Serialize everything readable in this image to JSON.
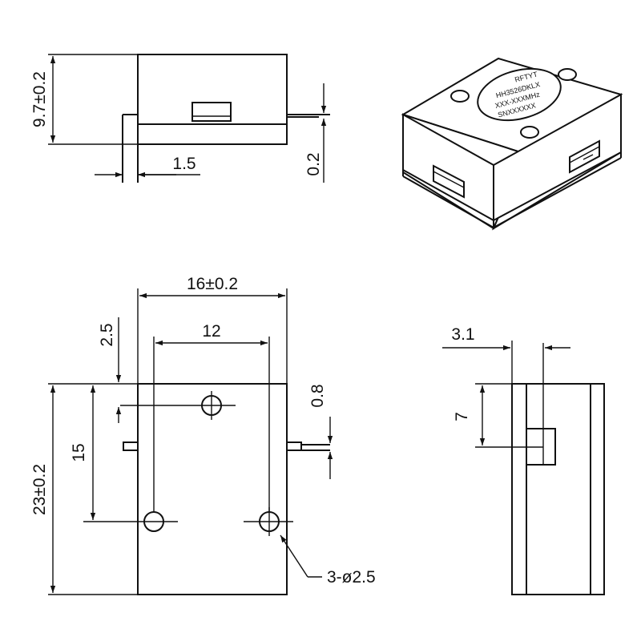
{
  "dimensions": {
    "height": "9.7±0.2",
    "pin_offset": "1.5",
    "pin_thickness": "0.2",
    "width": "16±0.2",
    "hole_spacing_x": "12",
    "hole_offset_x": "2.5",
    "hole_spacing_y": "15",
    "length": "23±0.2",
    "pin_width": "0.8",
    "holes": "3-ø2.5",
    "side_pin_offset": "3.1",
    "side_pin_height": "7"
  },
  "logo": {
    "brand": "RFTYT",
    "line1": "HH3526DKLX",
    "line2": "XXX-XXXMHz",
    "line3": "SNXXXXXX"
  },
  "colors": {
    "line": "#111111",
    "background": "#ffffff"
  }
}
